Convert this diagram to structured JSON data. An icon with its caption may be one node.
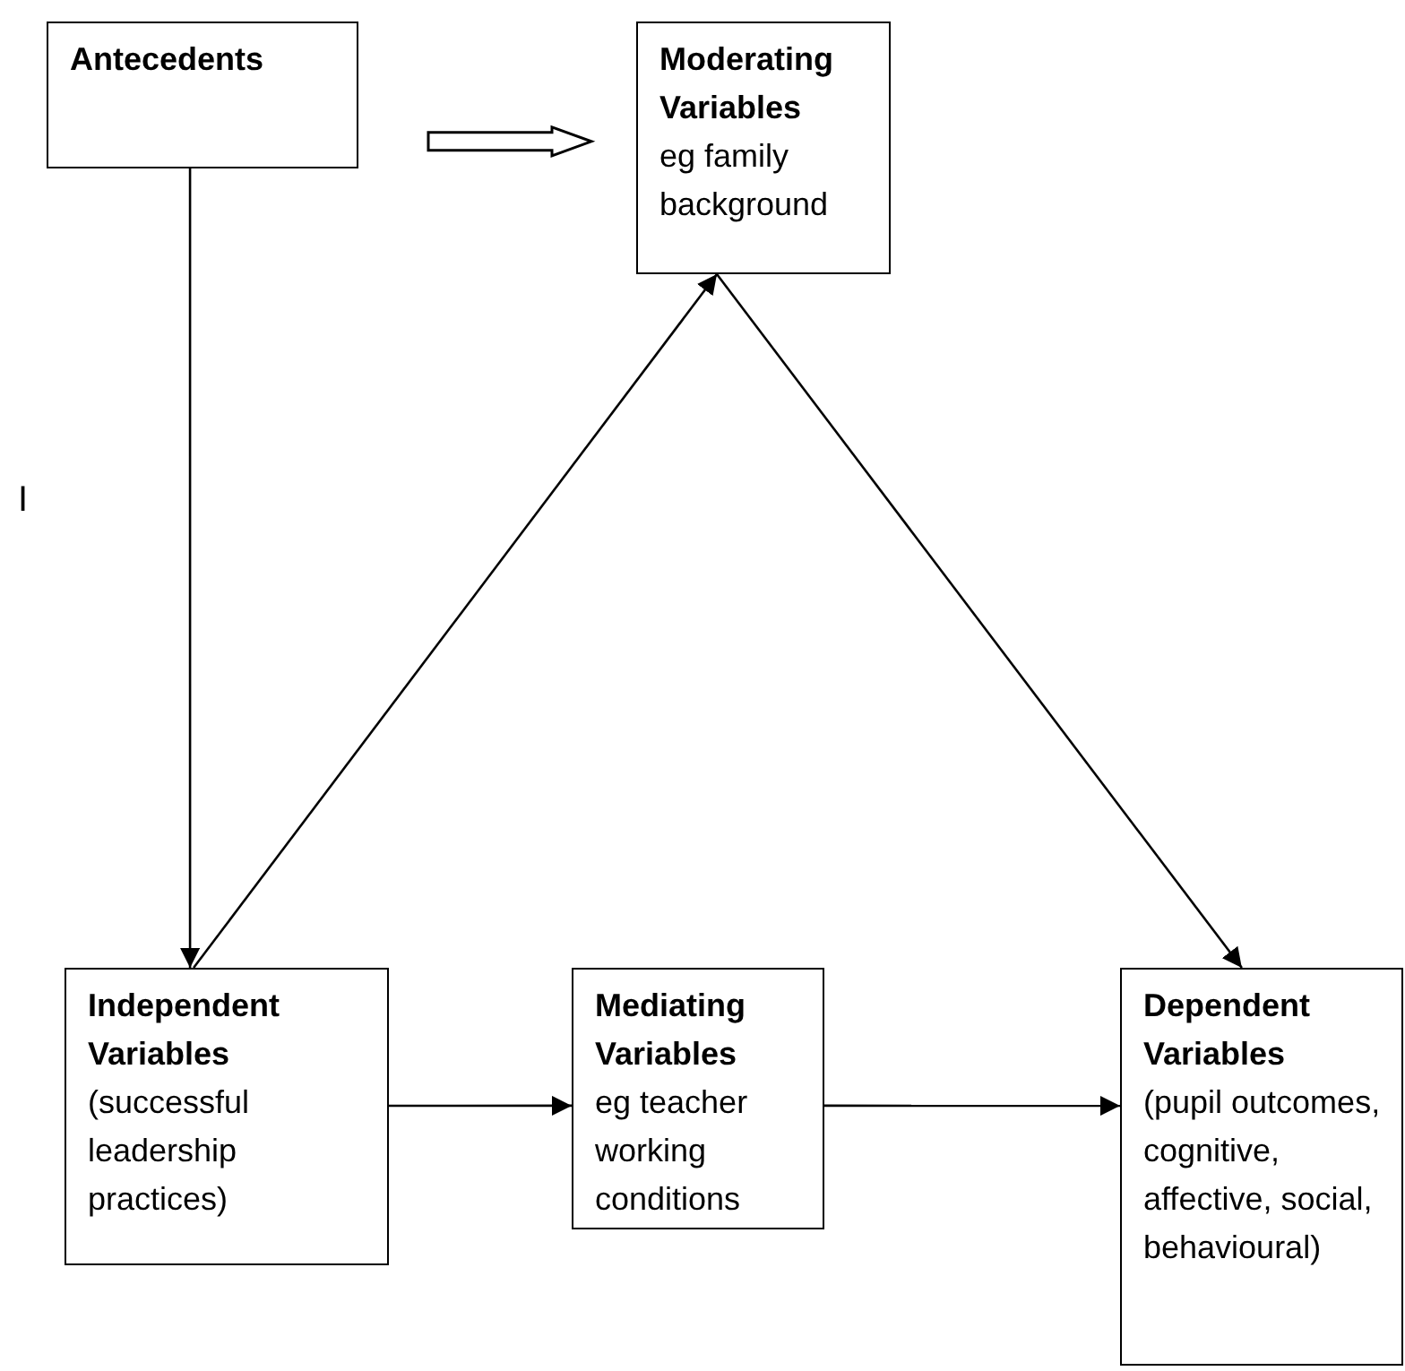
{
  "diagram": {
    "nodes": [
      {
        "text": [
          "Antecedents"
        ]
      },
      {
        "text": [
          "Moderating Variables",
          "eg family background"
        ]
      },
      {
        "text": [
          "Independent Variables",
          "(successful leadership practices)"
        ]
      },
      {
        "text": [
          "Mediating Variables",
          "eg teacher working conditions"
        ]
      },
      {
        "text": [
          "Dependent Variables",
          "(pupil outcomes, cognitive, affective, social, behavioural)"
        ]
      }
    ],
    "edges": [
      {
        "from": 0,
        "to": 1,
        "arrow": "to",
        "style": "thick"
      },
      {
        "from": 0,
        "to": 2,
        "arrow": "to"
      },
      {
        "from": 2,
        "to": 1,
        "arrow": "to"
      },
      {
        "from": 1,
        "to": 4,
        "arrow": "to"
      },
      {
        "from": 2,
        "to": 3,
        "arrow": "to"
      },
      {
        "from": 3,
        "to": 4,
        "arrow": "to"
      }
    ],
    "labels": [
      "I"
    ]
  }
}
